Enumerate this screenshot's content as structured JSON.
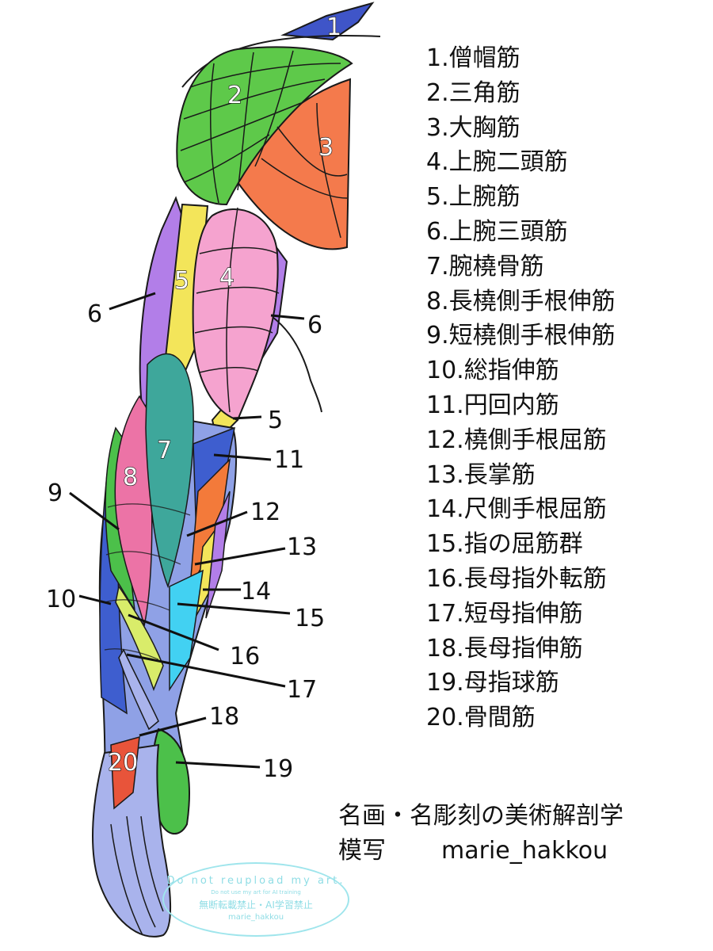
{
  "legend": [
    "1.僧帽筋",
    "2.三角筋",
    "3.大胸筋",
    "4.上腕二頭筋",
    "5.上腕筋",
    "6.上腕三頭筋",
    "7.腕橈骨筋",
    "8.長橈側手根伸筋",
    "9.短橈側手根伸筋",
    "10.総指伸筋",
    "11.円回内筋",
    "12.橈側手根屈筋",
    "13.長掌筋",
    "14.尺側手根屈筋",
    "15.指の屈筋群",
    "16.長母指外転筋",
    "17.短母指伸筋",
    "18.長母指伸筋",
    "19.母指球筋",
    "20.骨間筋"
  ],
  "callouts": {
    "n1": "1",
    "n2": "2",
    "n3": "3",
    "n4": "4",
    "n5a": "5",
    "n6a": "6",
    "n6b": "6",
    "n5b": "5",
    "n7": "7",
    "n8": "8",
    "n9": "9",
    "n10": "10",
    "n11": "11",
    "n12": "12",
    "n13": "13",
    "n14": "14",
    "n15": "15",
    "n16": "16",
    "n17": "17",
    "n18": "18",
    "n19": "19",
    "n20": "20"
  },
  "credit": {
    "source": "名画・名彫刻の美術解剖学",
    "prefix": "模写",
    "author": "marie_hakkou"
  },
  "watermark": {
    "line1": "Do not reupload my art.",
    "line2": "Do not use my art for AI training",
    "line3": "無断転載禁止・AI学習禁止",
    "line4": "marie_hakkou"
  },
  "colors": {
    "trapezius": "#3f55c8",
    "deltoid": "#5ec94a",
    "pectoralis": "#f47a4c",
    "biceps": "#f5a3cf",
    "brachialis": "#f3e55a",
    "triceps": "#b27ee8",
    "brachioradialis": "#3ea79b",
    "ecrl": "#ec73a6",
    "ecrb": "#4cc04a",
    "edc": "#3e5ecf",
    "forearm_light": "#8fa1e6",
    "flexors": "#42d1f2",
    "fcr": "#f37a3a",
    "abductor": "#d9ec6a",
    "hand": "#a9b3ec",
    "interossei": "#e8543a"
  }
}
